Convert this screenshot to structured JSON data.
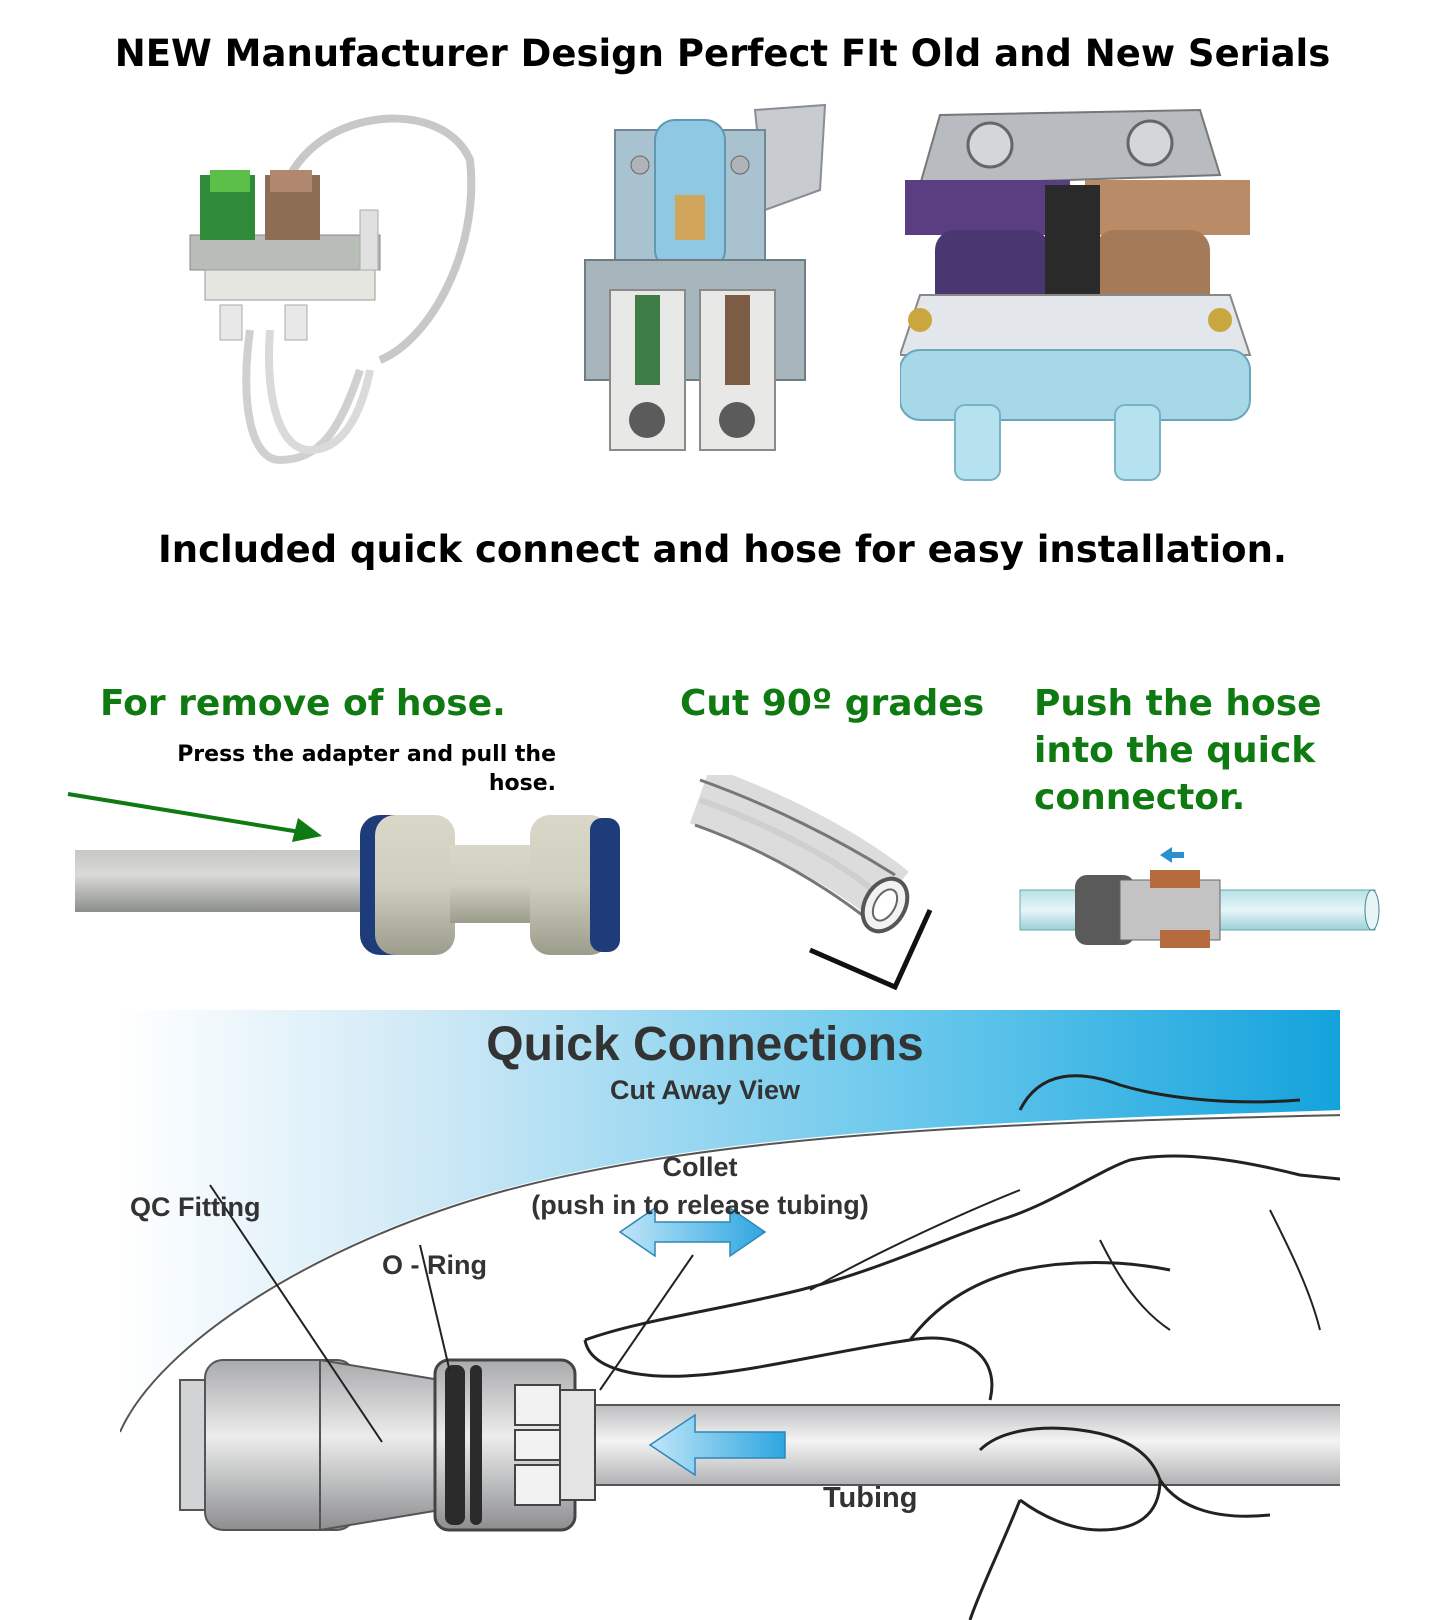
{
  "header": {
    "title": "NEW Manufacturer Design Perfect FIt Old and New Serials"
  },
  "install_caption": "Included quick connect and hose for easy installation.",
  "instructions": {
    "remove_title": "For remove of hose.",
    "remove_text": "Press the adapter and pull the hose.",
    "cut_title": "Cut 90º grades",
    "push_title": "Push the hose into the quick connector."
  },
  "diagram": {
    "title": "Quick Connections",
    "subtitle": "Cut Away View",
    "labels": {
      "qc_fitting": "QC Fitting",
      "o_ring": "O - Ring",
      "collet_line1": "Collet",
      "collet_line2": "(push in to release tubing)",
      "tubing": "Tubing"
    }
  },
  "colors": {
    "instruction_green": "#0f7a12",
    "diagram_blue": "#1ba6dc",
    "arrow_blue": "#4fb5e8"
  }
}
